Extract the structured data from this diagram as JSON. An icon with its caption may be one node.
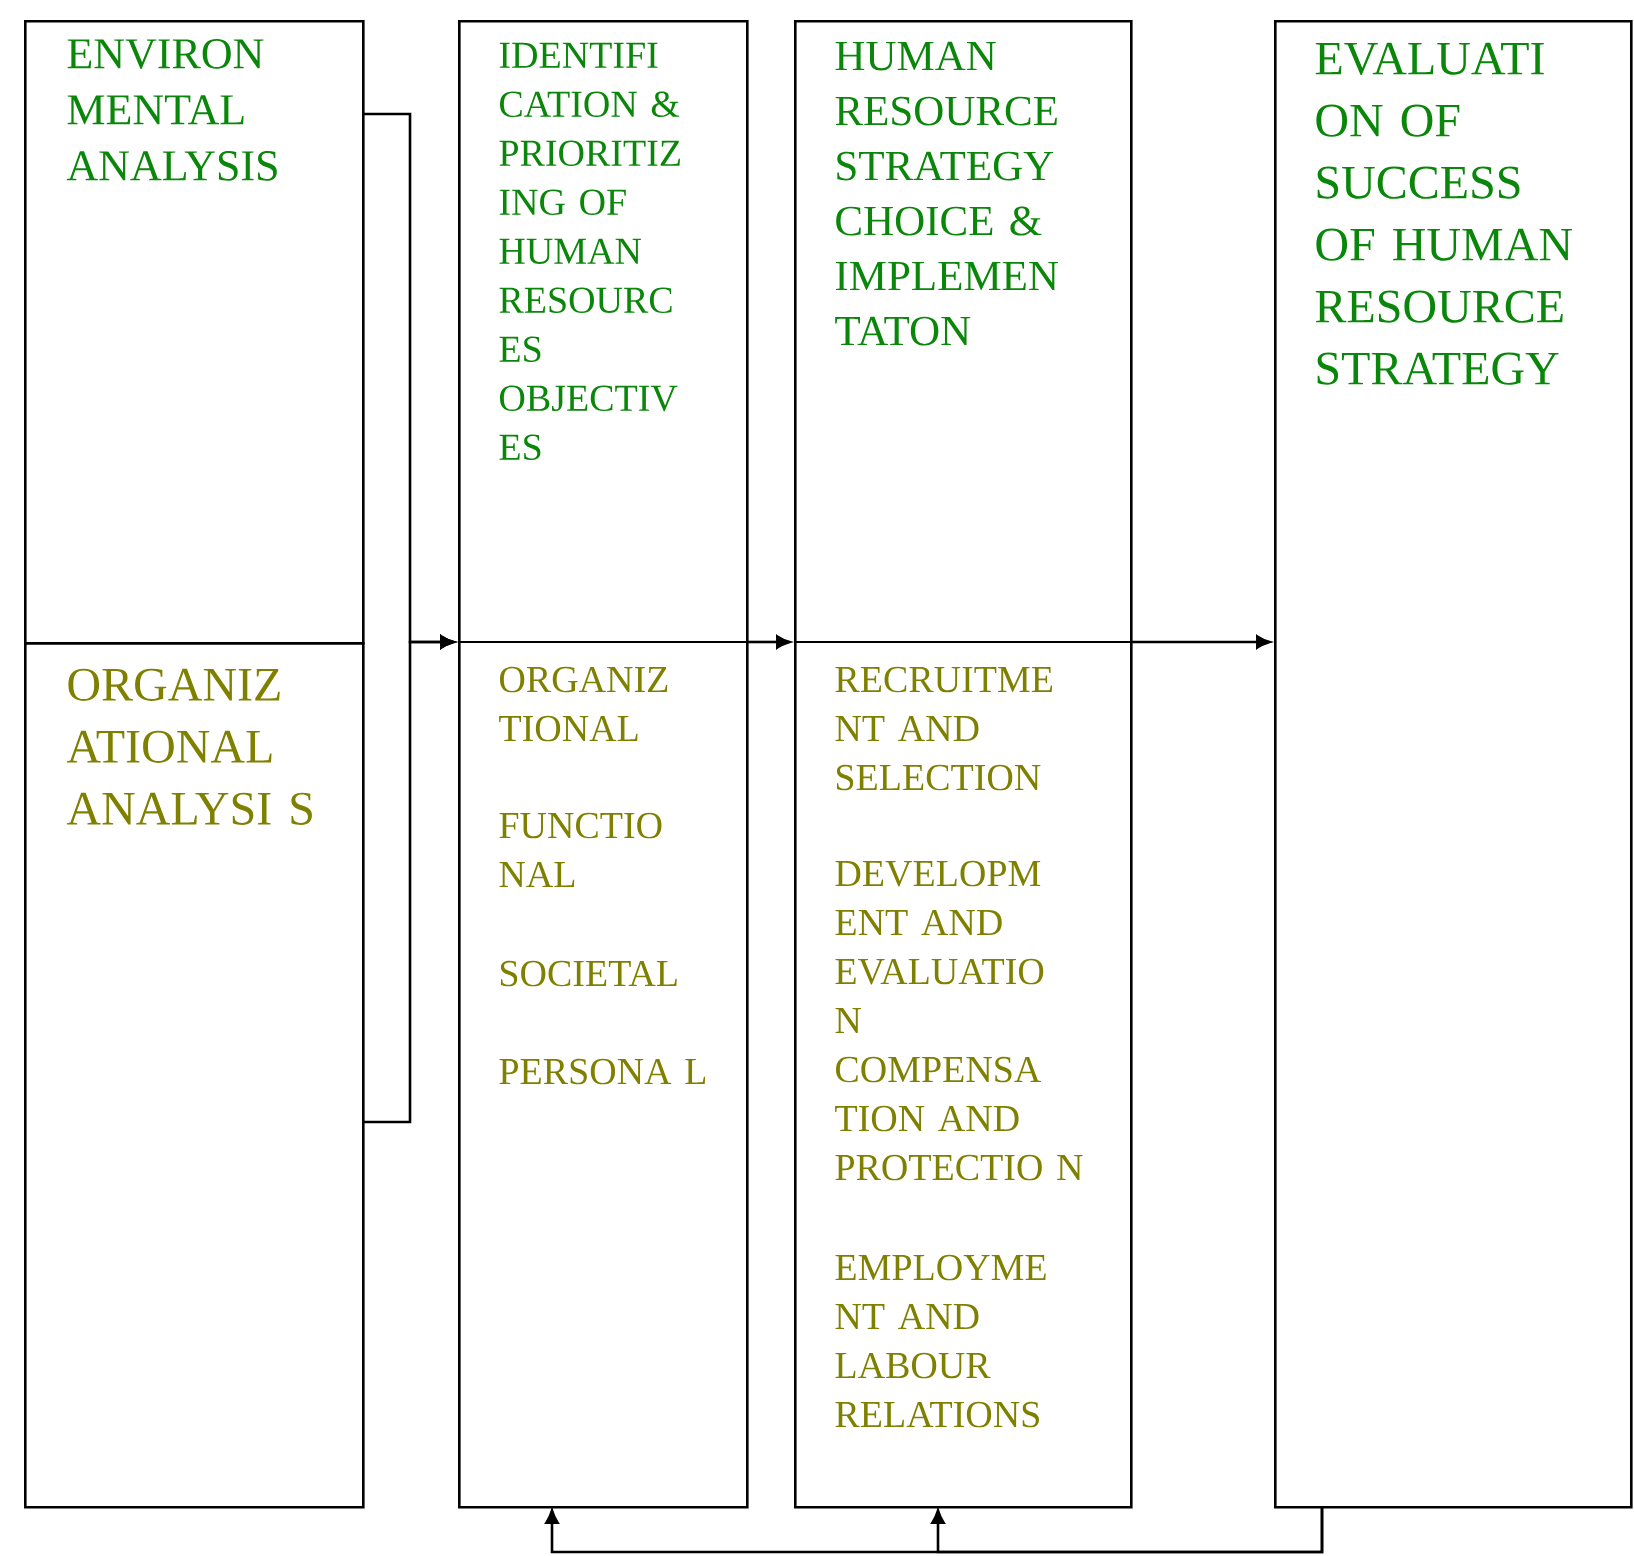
{
  "diagram": {
    "nodes": [
      {
        "text": [
          "ENVIRON MENTAL ANALYSIS"
        ]
      },
      {
        "text": [
          "ORGANIZ ATIONAL ANALYSI S"
        ]
      },
      {
        "text": [
          "IDENTIFI CATION & PRIORITIZ ING OF HUMAN RESOURC ES OBJECTIV ES",
          "ORGANIZ TIONAL",
          "FUNCTIO NAL",
          "SOCIETAL",
          "PERSONA L"
        ]
      },
      {
        "text": [
          "HUMAN RESOURCE STRATEGY CHOICE & IMPLEMEN TATON",
          "RECRUITME NT AND SELECTION",
          "DEVELOPM ENT AND EVALUATIO N",
          "COMPENSA TION AND PROTECTIO N",
          "EMPLOYME NT AND LABOUR RELATIONS"
        ]
      },
      {
        "text": [
          "EVALUATI ON OF SUCCESS OF HUMAN RESOURCE STRATEGY"
        ]
      }
    ],
    "edges": [
      {
        "from": 0,
        "to": 2,
        "arrow": "to"
      },
      {
        "from": 1,
        "to": 2,
        "arrow": "to"
      },
      {
        "from": 2,
        "to": 3,
        "arrow": "to"
      },
      {
        "from": 3,
        "to": 4,
        "arrow": "to"
      },
      {
        "from": 4,
        "to": 2,
        "arrow": "to"
      },
      {
        "from": 4,
        "to": 3,
        "arrow": "to"
      }
    ]
  }
}
